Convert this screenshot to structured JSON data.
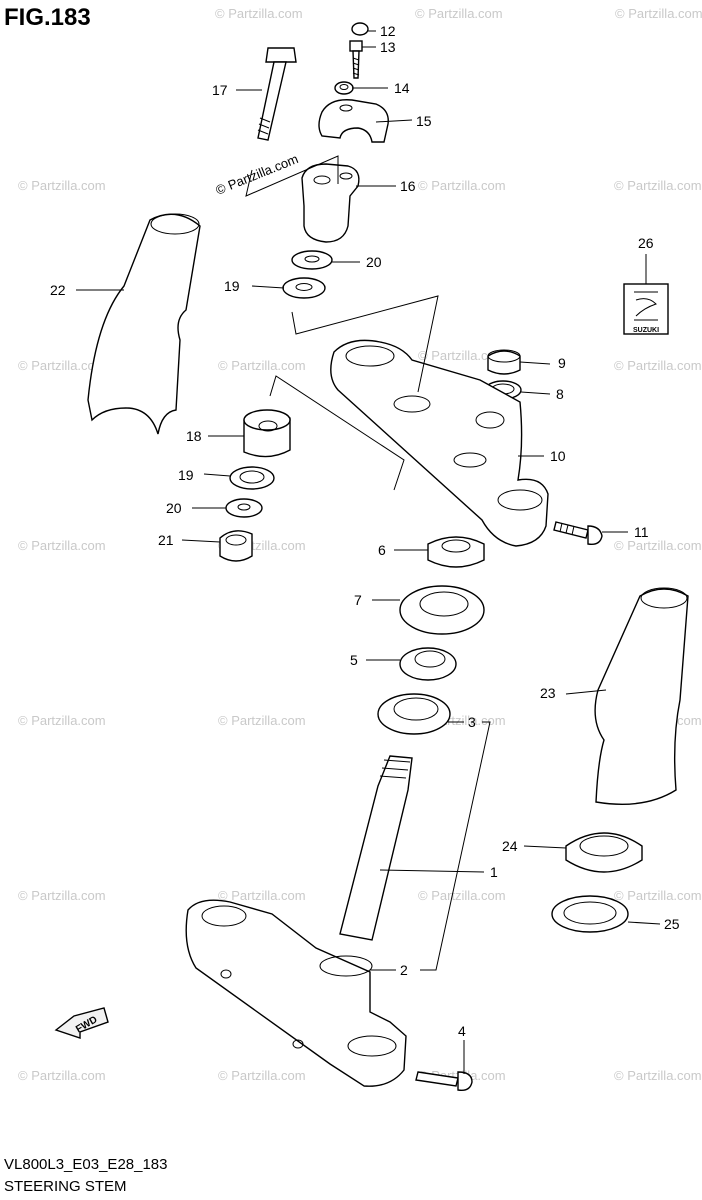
{
  "figure": {
    "title": "FIG.183",
    "model_code": "VL800L3_E03_E28_183",
    "caption": "STEERING STEM",
    "watermark": "© Partzilla.com",
    "logo_text": "SUZUKI",
    "fwd_label": "FWD"
  },
  "callouts": [
    "12",
    "13",
    "14",
    "15",
    "16",
    "17",
    "20",
    "19",
    "22",
    "26",
    "9",
    "8",
    "10",
    "18",
    "19",
    "20",
    "21",
    "11",
    "6",
    "7",
    "5",
    "23",
    "3",
    "1",
    "24",
    "25",
    "2",
    "4"
  ],
  "colors": {
    "line": "#000000",
    "watermark": "#c9c9c9",
    "background": "#ffffff"
  }
}
